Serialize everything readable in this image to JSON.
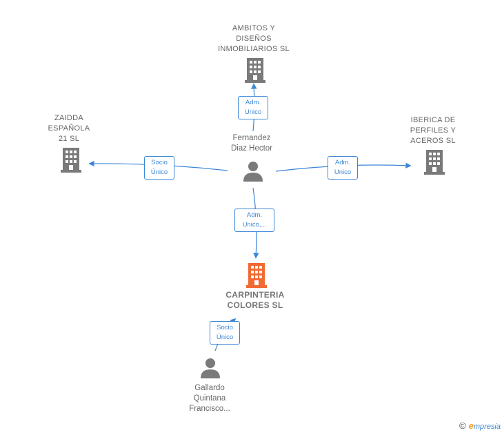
{
  "nodes": {
    "ambitos": {
      "label": "AMBITOS Y\nDISEÑOS\nINMOBILIARIOS SL",
      "kind": "company",
      "icon": "building-icon"
    },
    "zaidda": {
      "label": "ZAIDDA\nESPAÑOLA\n21 SL",
      "kind": "company",
      "icon": "building-icon"
    },
    "iberica": {
      "label": "IBERICA DE\nPERFILES Y\nACEROS  SL",
      "kind": "company",
      "icon": "building-icon"
    },
    "fernandez": {
      "label": "Fernandez\nDiaz Hector",
      "kind": "person",
      "icon": "person-icon"
    },
    "carpinteria": {
      "label": "CARPINTERIA\nCOLORES  SL",
      "kind": "focus-company",
      "icon": "building-icon"
    },
    "gallardo": {
      "label": "Gallardo\nQuintana\nFrancisco...",
      "kind": "person",
      "icon": "person-icon"
    }
  },
  "edges": {
    "to_ambitos": {
      "label": "Adm.\nUnico"
    },
    "to_zaidda": {
      "label": "Socio\nÚnico"
    },
    "to_iberica": {
      "label": "Adm.\nUnico"
    },
    "to_carpinteria": {
      "label": "Adm.\nUnico,..."
    },
    "gallardo_to_carpinteria": {
      "label": "Socio\nÚnico"
    }
  },
  "colors": {
    "edge": "#3b86d6",
    "building": "#7a7a7a",
    "focus_building": "#f26a33",
    "person": "#7a7a7a",
    "text": "#666666"
  },
  "footer": {
    "copyright_symbol": "©",
    "brand_initial": "e",
    "brand_rest": "mpresia"
  }
}
